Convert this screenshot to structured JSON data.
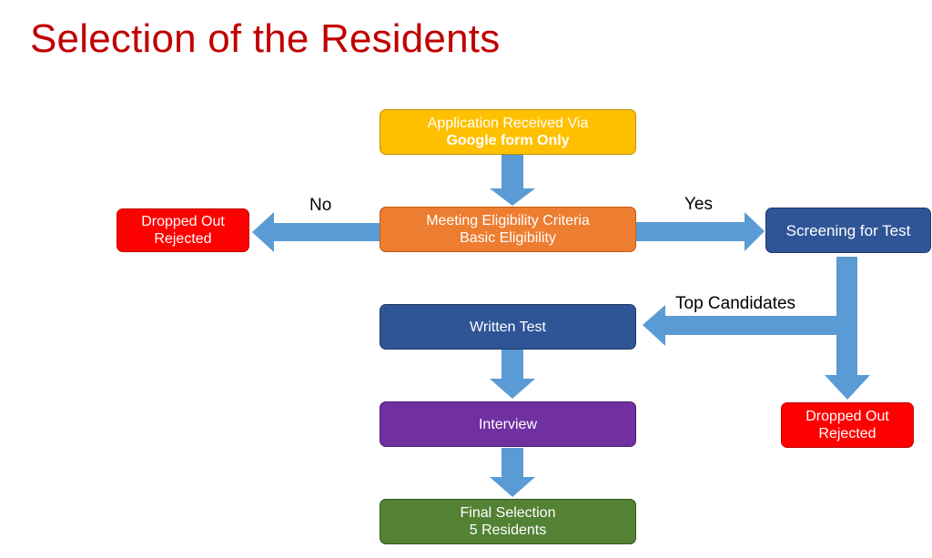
{
  "title": "Selection of the Residents",
  "nodes": {
    "application": {
      "line1": "Application Received Via",
      "line2": "Google form Only",
      "color": "#ffc000"
    },
    "eligibility": {
      "line1": "Meeting Eligibility Criteria",
      "line2": "Basic Eligibility",
      "color": "#ed7d31"
    },
    "dropped_left": {
      "line1": "Dropped Out",
      "line2": "Rejected",
      "color": "#ff0000"
    },
    "screening": {
      "line1": "Screening for Test",
      "color": "#2f5597"
    },
    "written_test": {
      "line1": "Written Test",
      "color": "#2f5597"
    },
    "dropped_right": {
      "line1": "Dropped Out",
      "line2": "Rejected",
      "color": "#ff0000"
    },
    "interview": {
      "line1": "Interview",
      "color": "#7030a0"
    },
    "final": {
      "line1": "Final Selection",
      "line2": "5 Residents",
      "color": "#548235"
    }
  },
  "edge_labels": {
    "no": "No",
    "yes": "Yes",
    "top_candidates": "Top Candidates"
  },
  "arrow_color": "#5b9bd5"
}
